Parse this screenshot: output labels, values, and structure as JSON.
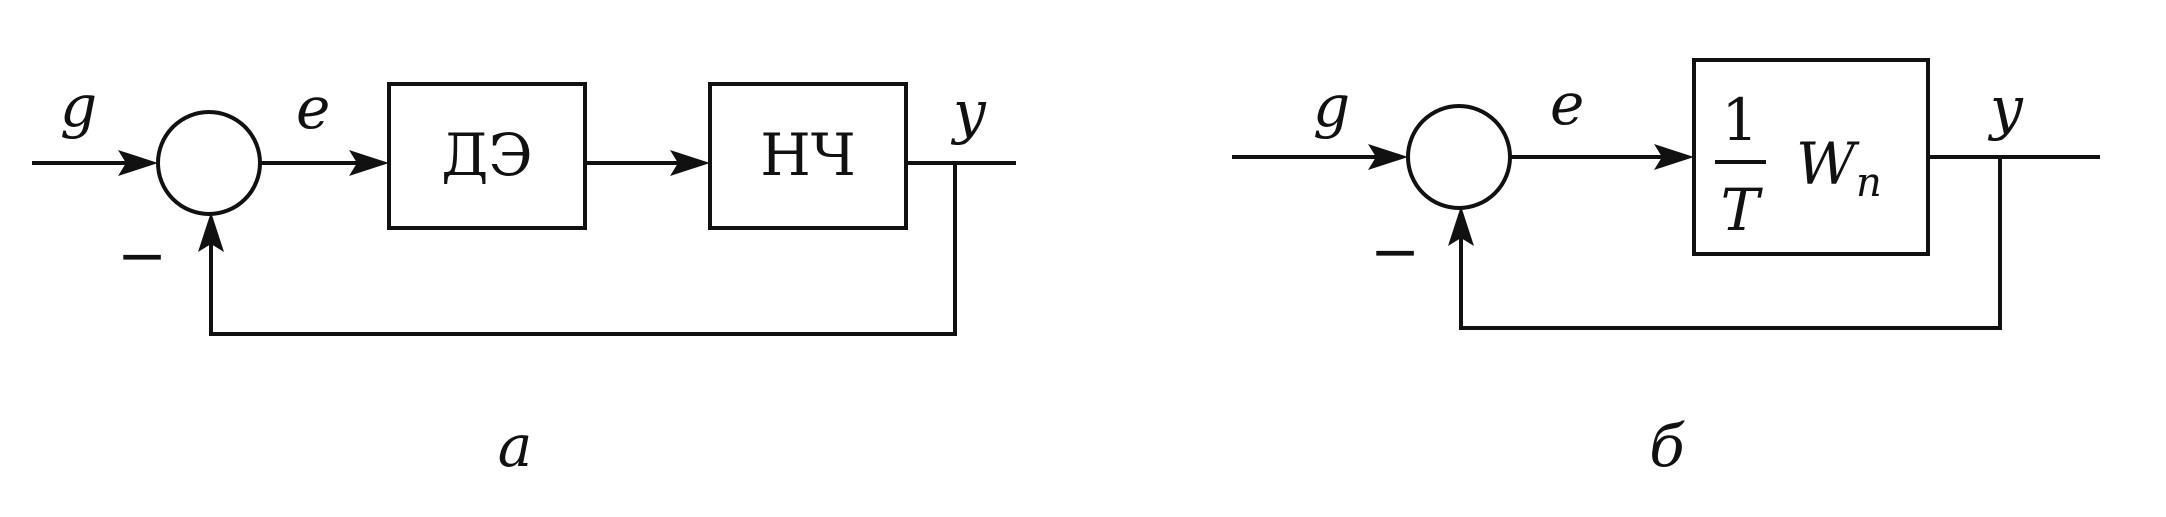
{
  "diagram_a": {
    "input_label": "g",
    "error_label": "e",
    "output_label": "y",
    "feedback_sign": "−",
    "block1_label": "ДЭ",
    "block2_label": "НЧ",
    "caption": "а"
  },
  "diagram_b": {
    "input_label": "g",
    "error_label": "e",
    "output_label": "y",
    "feedback_sign": "−",
    "block_numerator": "1",
    "block_denominator": "T",
    "block_main": "W",
    "block_subscript": "n",
    "caption": "б"
  }
}
